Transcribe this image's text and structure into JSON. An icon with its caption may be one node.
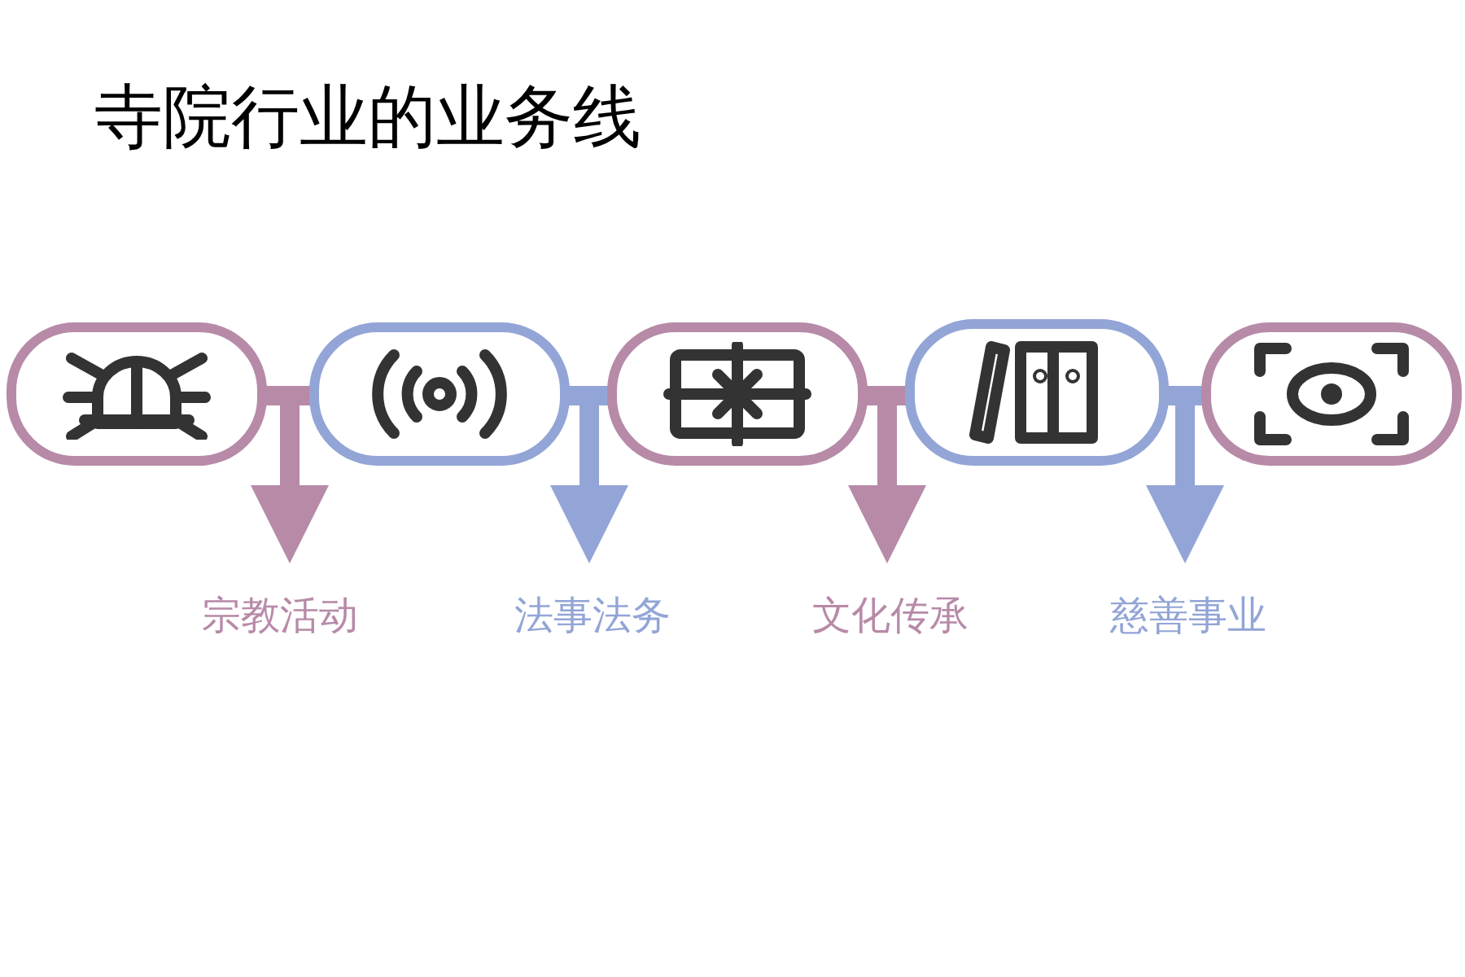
{
  "diagram": {
    "title": "寺院行业的业务线",
    "nodes": [
      {
        "text": [],
        "shape": "box"
      },
      {
        "text": [],
        "shape": "box"
      },
      {
        "text": [],
        "shape": "box"
      },
      {
        "text": [],
        "shape": "box"
      },
      {
        "text": [],
        "shape": "box"
      },
      {
        "text": [
          "宗教活动"
        ]
      },
      {
        "text": [
          "法事法务"
        ]
      },
      {
        "text": [
          "文化传承"
        ]
      },
      {
        "text": [
          "慈善事业"
        ]
      }
    ],
    "edges": [
      {
        "from": 0,
        "to": 1,
        "arrow": "none",
        "color": "#b78aa8"
      },
      {
        "from": 1,
        "to": 2,
        "arrow": "none",
        "color": "#93a5d6"
      },
      {
        "from": 2,
        "to": 3,
        "arrow": "none",
        "color": "#b78aa8"
      },
      {
        "from": 3,
        "to": 4,
        "arrow": "none",
        "color": "#93a5d6"
      },
      {
        "from": null,
        "to": 5,
        "arrow": "to",
        "color": "#b78aa8"
      },
      {
        "from": null,
        "to": 6,
        "arrow": "to",
        "color": "#93a5d6"
      },
      {
        "from": null,
        "to": 7,
        "arrow": "to",
        "color": "#b78aa8"
      },
      {
        "from": null,
        "to": 8,
        "arrow": "to",
        "color": "#93a5d6"
      }
    ]
  }
}
